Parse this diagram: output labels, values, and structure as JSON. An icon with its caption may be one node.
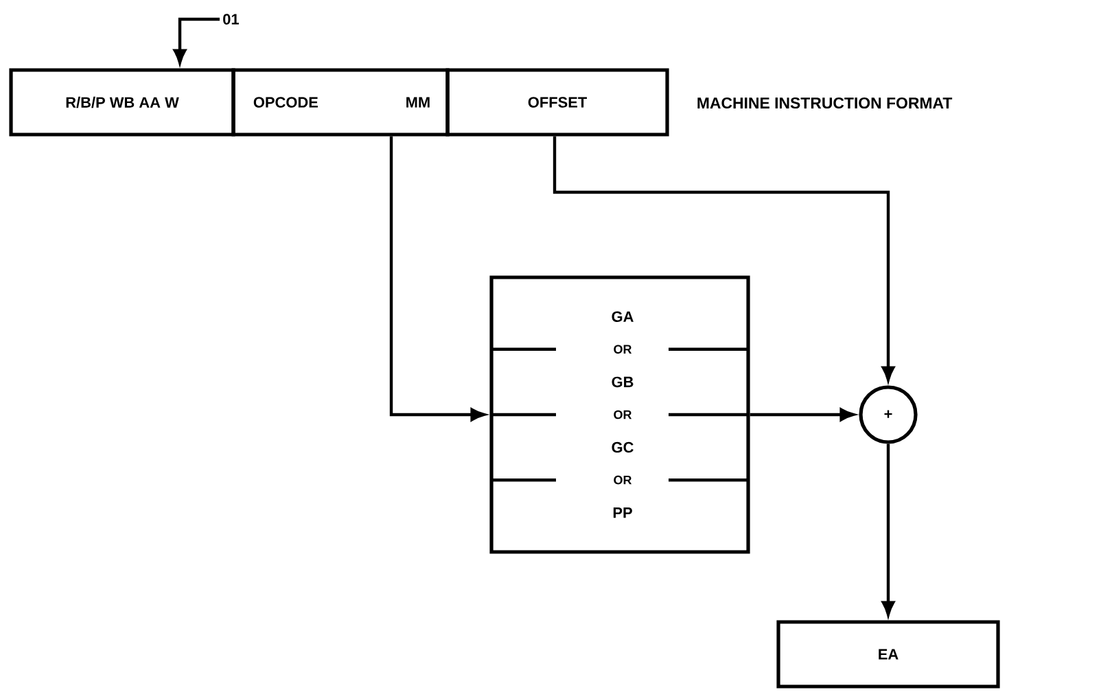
{
  "diagram": {
    "nodes": [
      {
        "text": [
          "R/B/P  WB  AA  W"
        ]
      },
      {
        "text": [
          "OPCODE",
          "MM"
        ]
      },
      {
        "text": [
          "OFFSET"
        ]
      },
      {
        "text": [
          "GA",
          "OR",
          "GB",
          "OR",
          "GC",
          "OR",
          "PP"
        ]
      },
      {
        "text": [
          "+"
        ]
      },
      {
        "text": [
          "EA"
        ]
      },
      {
        "text": [
          "01"
        ]
      }
    ],
    "edges": [
      {
        "from": 6,
        "to": 0,
        "arrow": "to"
      },
      {
        "from": 1,
        "to": 3,
        "arrow": "to"
      },
      {
        "from": 2,
        "to": 4,
        "arrow": "to"
      },
      {
        "from": 3,
        "to": 4,
        "arrow": "to"
      },
      {
        "from": 4,
        "to": 5,
        "arrow": "to"
      }
    ],
    "labels": [
      "MACHINE INSTRUCTION FORMAT"
    ]
  }
}
